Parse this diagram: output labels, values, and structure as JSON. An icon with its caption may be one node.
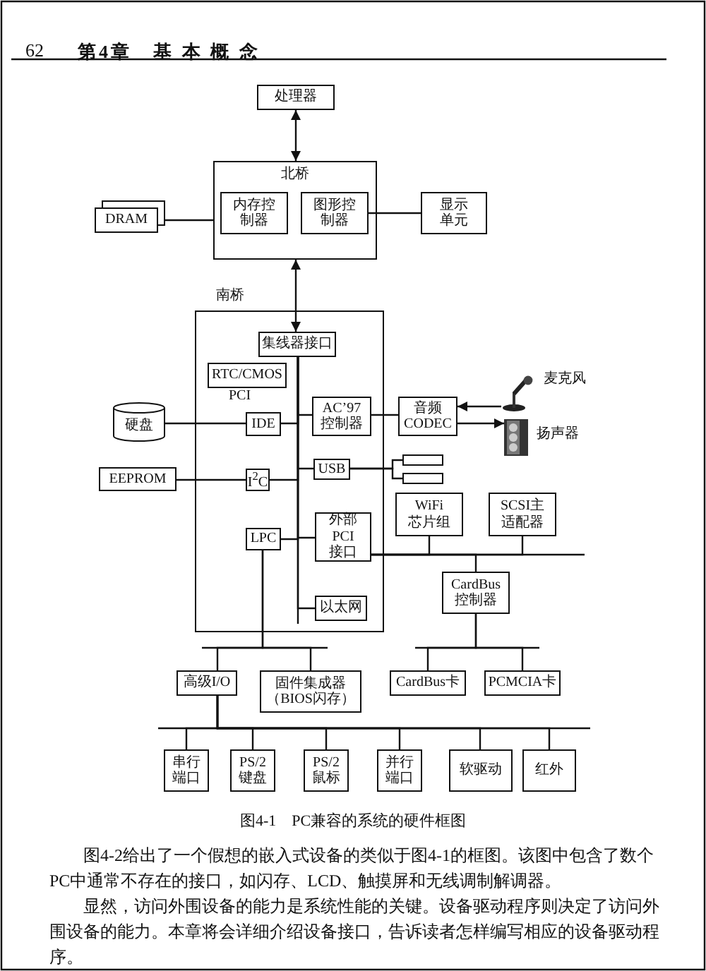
{
  "diagram": {
    "caption": "图4-1　PC兼容的系统的硬件框图",
    "nodes": [
      {
        "text": [
          "处理器"
        ]
      },
      {
        "text": [
          "北桥"
        ]
      },
      {
        "text": [
          "内存控制器"
        ],
        "in": 1
      },
      {
        "text": [
          "图形控制器"
        ],
        "in": 1
      },
      {
        "text": [
          "DRAM"
        ]
      },
      {
        "text": [
          "显示单元"
        ]
      },
      {
        "text": [
          "南桥"
        ]
      },
      {
        "text": [
          "集线器接口"
        ],
        "in": 6
      },
      {
        "text": [
          "RTC/CMOS"
        ],
        "in": 6
      },
      {
        "text": [
          "IDE"
        ],
        "in": 6
      },
      {
        "text": [
          "AC’97控制器"
        ],
        "in": 6
      },
      {
        "text": [
          "USB"
        ],
        "in": 6
      },
      {
        "text": [
          "I$^{2}$C"
        ],
        "in": 6
      },
      {
        "text": [
          "LPC"
        ],
        "in": 6
      },
      {
        "text": [
          "外部PCI接口"
        ],
        "in": 6
      },
      {
        "text": [
          "以太网"
        ],
        "in": 6
      },
      {
        "text": [
          "硬盘"
        ]
      },
      {
        "text": [
          "EEPROM"
        ]
      },
      {
        "text": [
          "音频CODEC"
        ]
      },
      {
        "text": [],
        "shape": "picture",
        "beside": [
          "麦克风"
        ]
      },
      {
        "text": [],
        "shape": "picture",
        "beside": [
          "扬声器"
        ]
      },
      {
        "text": [],
        "shape": "box"
      },
      {
        "text": [],
        "shape": "box"
      },
      {
        "text": [
          "WiFi芯片组"
        ]
      },
      {
        "text": [
          "SCSI主适配器"
        ]
      },
      {
        "text": [
          "CardBus控制器"
        ]
      },
      {
        "text": [
          "高级I/O"
        ]
      },
      {
        "text": [
          "固件集成器（BIOS闪存）"
        ]
      },
      {
        "text": [
          "CardBus卡"
        ]
      },
      {
        "text": [
          "PCMCIA卡"
        ]
      },
      {
        "text": [
          "串行端口"
        ]
      },
      {
        "text": [
          "PS/2键盘"
        ]
      },
      {
        "text": [
          "PS/2鼠标"
        ]
      },
      {
        "text": [
          "并行端口"
        ]
      },
      {
        "text": [
          "软驱动"
        ]
      },
      {
        "text": [
          "红外"
        ]
      }
    ],
    "edges": [
      {
        "from": 0,
        "to": 1,
        "arrow": "both"
      },
      {
        "from": 1,
        "to": 7,
        "arrow": "both"
      },
      {
        "from": 4,
        "to": 1,
        "arrow": "none"
      },
      {
        "from": 3,
        "to": 5,
        "arrow": "none"
      },
      {
        "from": 7,
        "to": 9,
        "arrow": "none"
      },
      {
        "from": 7,
        "to": 10,
        "arrow": "none"
      },
      {
        "from": 7,
        "to": 11,
        "arrow": "none"
      },
      {
        "from": 7,
        "to": 12,
        "arrow": "none"
      },
      {
        "from": 7,
        "to": 13,
        "arrow": "none"
      },
      {
        "from": 7,
        "to": 14,
        "arrow": "none"
      },
      {
        "from": 7,
        "to": 15,
        "arrow": "none"
      },
      {
        "from": 16,
        "to": 9,
        "arrow": "none"
      },
      {
        "from": 17,
        "to": 12,
        "arrow": "none"
      },
      {
        "from": 10,
        "to": 18,
        "arrow": "none"
      },
      {
        "from": 19,
        "to": 18,
        "arrow": "to"
      },
      {
        "from": 18,
        "to": 20,
        "arrow": "to"
      },
      {
        "from": 11,
        "to": 21,
        "arrow": "none"
      },
      {
        "from": 11,
        "to": 22,
        "arrow": "none"
      },
      {
        "from": 14,
        "to": 23,
        "arrow": "none"
      },
      {
        "from": 14,
        "to": 24,
        "arrow": "none"
      },
      {
        "from": 14,
        "to": 25,
        "arrow": "none"
      },
      {
        "from": 25,
        "to": 28,
        "arrow": "none"
      },
      {
        "from": 25,
        "to": 29,
        "arrow": "none"
      },
      {
        "from": 13,
        "to": 26,
        "arrow": "none"
      },
      {
        "from": 13,
        "to": 27,
        "arrow": "none"
      },
      {
        "from": 26,
        "to": 30,
        "arrow": "none"
      },
      {
        "from": 26,
        "to": 31,
        "arrow": "none"
      },
      {
        "from": 26,
        "to": 32,
        "arrow": "none"
      },
      {
        "from": 26,
        "to": 33,
        "arrow": "none"
      },
      {
        "from": 26,
        "to": 34,
        "arrow": "none"
      },
      {
        "from": 26,
        "to": 35,
        "arrow": "none"
      }
    ],
    "labels": [
      "62",
      "第4章　基 本 概 念",
      "PCI",
      "图4-2给出了一个假想的嵌入式设备的类似于图4-1的框图。该图中包含了数个PC中通常不存在的接口，如闪存、LCD、触摸屏和无线调制解调器。",
      "显然，访问外围设备的能力是系统性能的关键。设备驱动程序则决定了访问外围设备的能力。本章将会详细介绍设备接口，告诉读者怎样编写相应的设备驱动程序。"
    ]
  }
}
